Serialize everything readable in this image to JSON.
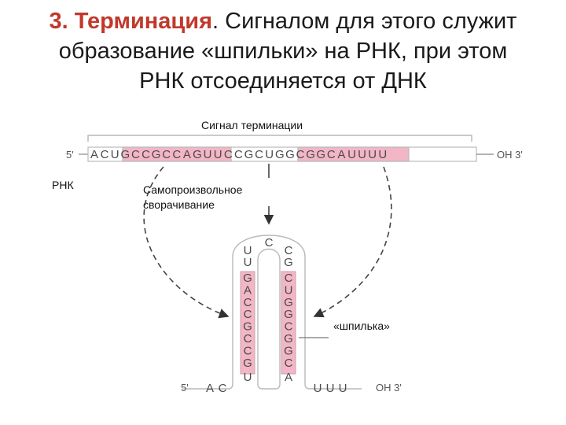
{
  "heading": {
    "number": "3.",
    "title": "Терминация",
    "line1_rest": ". Сигналом для этого служит",
    "line2": "образование «шпильки» на РНК, при этом",
    "line3": "РНК отсоединяется от ДНК"
  },
  "labels": {
    "signal": "Сигнал терминации",
    "rna": "РНК",
    "folding_line1": "Самопроизвольное",
    "folding_line2": "сворачивание",
    "hairpin": "«шпилька»"
  },
  "strand": {
    "five_prime": "5'",
    "three_prime": "OH 3'",
    "segments": [
      {
        "seq": "ACU",
        "highlight": false
      },
      {
        "seq": "GCCGCCAG",
        "highlight": true
      },
      {
        "seq": "UUCCG",
        "highlight": false
      },
      {
        "seq": "CUGGCGGC",
        "highlight": true
      },
      {
        "seq": "AUUUU",
        "highlight": false
      }
    ]
  },
  "hairpin": {
    "loop": "C",
    "left_unpaired": [
      "U",
      "U"
    ],
    "left_stem": [
      "G",
      "A",
      "C",
      "C",
      "G",
      "C",
      "C",
      "G"
    ],
    "left_base": "U",
    "right_unpaired": [
      "C",
      "G"
    ],
    "right_stem": [
      "C",
      "U",
      "G",
      "G",
      "C",
      "G",
      "G",
      "C"
    ],
    "right_base": "A",
    "bottom_five_prime": "5'",
    "bottom_left_tail": [
      "A",
      "C"
    ],
    "bottom_right_tail": [
      "U",
      "U",
      "U"
    ],
    "bottom_three_prime": "OH 3'"
  },
  "colors": {
    "highlight": "#f2b6c6",
    "backbone": "#b9b9b9",
    "heading_number": "#c0392b"
  }
}
